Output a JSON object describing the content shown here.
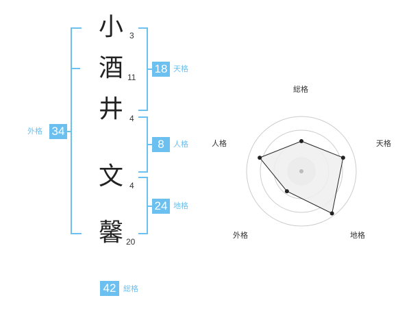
{
  "name_chars": [
    {
      "char": "小",
      "strokes": "3"
    },
    {
      "char": "酒",
      "strokes": "11"
    },
    {
      "char": "井",
      "strokes": "4"
    },
    {
      "char": "文",
      "strokes": "4"
    },
    {
      "char": "馨",
      "strokes": "20"
    }
  ],
  "fortune": {
    "tenkaku": {
      "value": "18",
      "label": "天格"
    },
    "jinkaku": {
      "value": "8",
      "label": "人格"
    },
    "chikaku": {
      "value": "24",
      "label": "地格"
    },
    "gaikaku": {
      "value": "34",
      "label": "外格"
    },
    "soukaku": {
      "value": "42",
      "label": "総格"
    }
  },
  "colors": {
    "accent": "#6cc0f0",
    "radar_fill": "#eeeeee",
    "radar_ring": "#cccccc"
  },
  "chart_data": {
    "type": "radar",
    "axes": [
      "総格",
      "天格",
      "地格",
      "外格",
      "人格"
    ],
    "values": [
      0.55,
      0.8,
      0.95,
      0.45,
      0.8
    ],
    "max": 1,
    "rings": 4
  }
}
